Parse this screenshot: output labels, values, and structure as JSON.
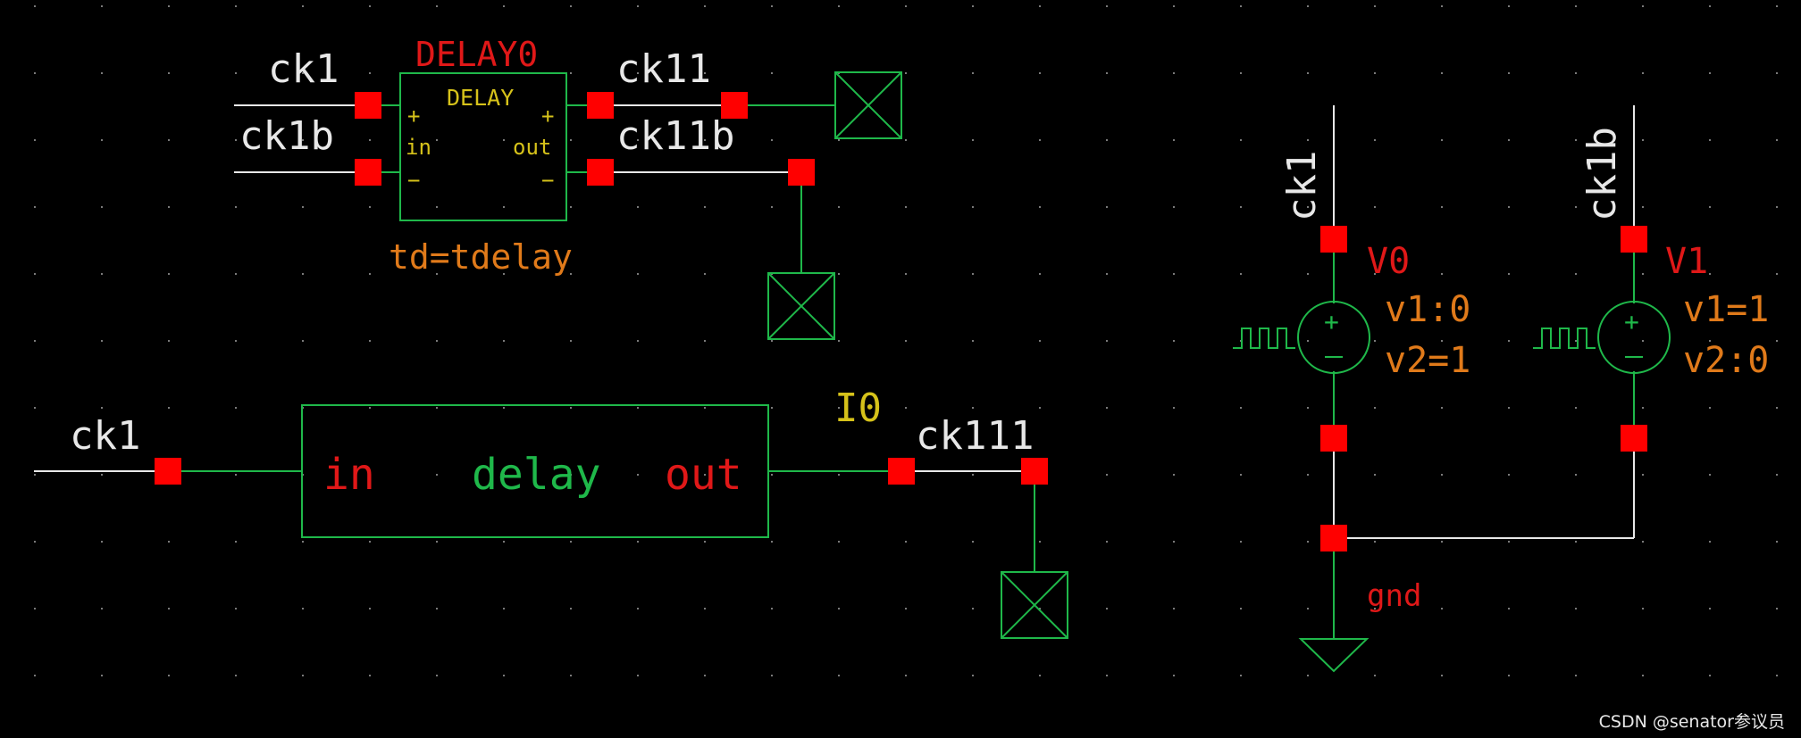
{
  "colors": {
    "background": "#000000",
    "wire_white": "#e8e8e8",
    "wire_green": "#1fb84a",
    "pin_red": "#ff0000",
    "label_white": "#e8e8e8",
    "label_red": "#e01818",
    "label_orange": "#e07a1a",
    "label_yellow": "#d6c21a",
    "grid_dot": "#7a7a7a"
  },
  "delay_block": {
    "instance": "DELAY0",
    "cell": "DELAY",
    "pin_plus_left": "+",
    "pin_in": "in",
    "pin_minus_left": "−",
    "pin_plus_right": "+",
    "pin_out": "out",
    "pin_minus_right": "−",
    "param": "td=tdelay",
    "net_in_p": "ck1",
    "net_in_n": "ck1b",
    "net_out_p": "ck11",
    "net_out_n": "ck11b"
  },
  "delay_cell": {
    "instance": "I0",
    "pin_in": "in",
    "cell": "delay",
    "pin_out": "out",
    "net_in": "ck1",
    "net_out": "ck111"
  },
  "sources": [
    {
      "instance": "V0",
      "net": "ck1",
      "param1": "v1:0",
      "param2": "v2=1"
    },
    {
      "instance": "V1",
      "net": "ck1b",
      "param1": "v1=1",
      "param2": "v2:0"
    }
  ],
  "ground_label": "gnd",
  "watermark": "CSDN @senator参议员"
}
